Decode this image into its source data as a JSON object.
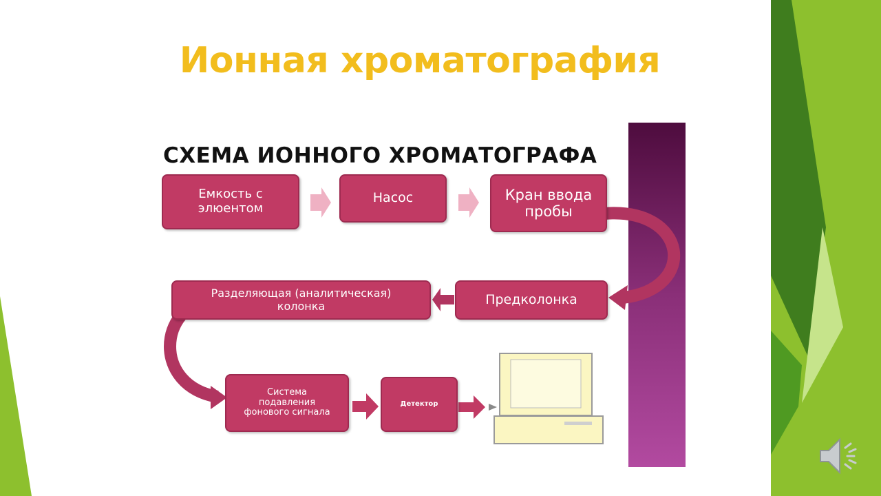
{
  "slide": {
    "title": "Ионная хроматография"
  },
  "scheme": {
    "title": "СХЕМА ИОННОГО ХРОМАТОГРАФА",
    "boxes": {
      "eluent_container": "Емкость с элюентом",
      "pump": "Насос",
      "injection_valve": "Кран ввода пробы",
      "precolumn": "Предколонка",
      "separating_column": "Разделяющая (аналитическая) колонка",
      "suppressor": "Система подавления фонового сигнала",
      "detector": "Детектор"
    }
  },
  "colors": {
    "title": "#f2bd1d",
    "box_fill": "#c13a64",
    "box_border": "#9e2a50",
    "side_bar": "#8a2f78",
    "green_light": "#8dc02e",
    "green_dark": "#3f7d1e",
    "computer_screen": "#fbf6c2"
  },
  "icons": {
    "speaker": "speaker-icon",
    "computer": "computer-icon"
  }
}
